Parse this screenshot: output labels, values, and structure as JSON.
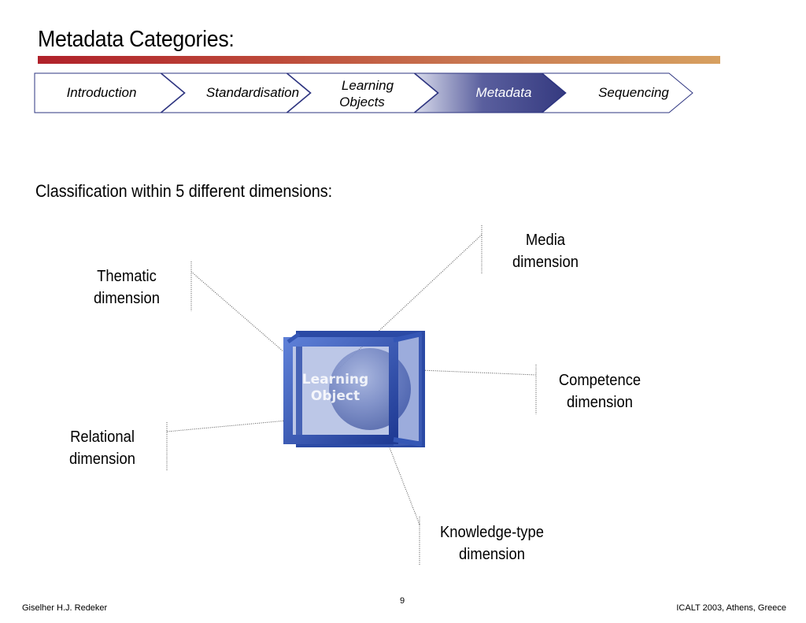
{
  "slide": {
    "title": "Metadata Categories:",
    "subtitle": "Classification within 5 different dimensions:"
  },
  "nav": {
    "steps": [
      {
        "label": "Introduction",
        "active": false
      },
      {
        "label": "Standardisation",
        "active": false
      },
      {
        "label": "Learning Objects",
        "line1": "Learning",
        "line2": "Objects",
        "active": false
      },
      {
        "label": "Metadata",
        "active": true
      },
      {
        "label": "Sequencing",
        "active": false
      }
    ]
  },
  "diagram": {
    "center_line1": "Learning",
    "center_line2": "Object",
    "dimensions": [
      {
        "line1": "Media",
        "line2": "dimension"
      },
      {
        "line1": "Thematic",
        "line2": "dimension"
      },
      {
        "line1": "Competence",
        "line2": "dimension"
      },
      {
        "line1": "Relational",
        "line2": "dimension"
      },
      {
        "line1": "Knowledge-type",
        "line2": "dimension"
      }
    ]
  },
  "footer": {
    "author": "Giselher H.J. Redeker",
    "page": "9",
    "event": "ICALT 2003, Athens, Greece"
  },
  "colors": {
    "nav_active": "#3a3f86",
    "nav_border": "#2e3580",
    "cube": "#2c4aa8"
  }
}
